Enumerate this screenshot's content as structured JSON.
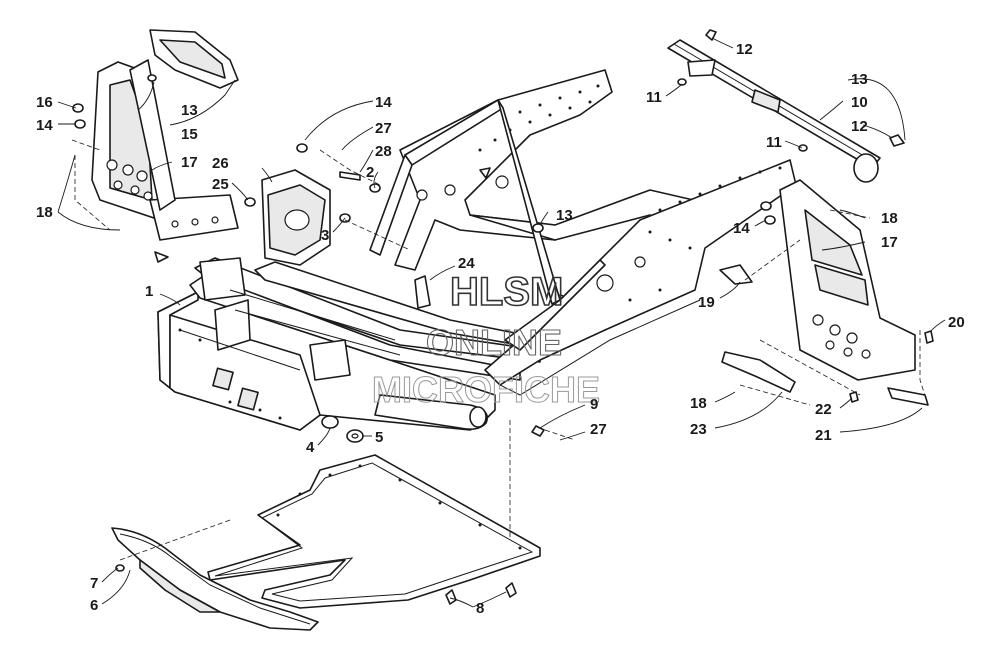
{
  "watermark": {
    "line1": "HLSM",
    "line2": "ONLINE",
    "line3": "MICROFICHE"
  },
  "callouts": [
    {
      "id": "c-1",
      "text": "1"
    },
    {
      "id": "c-2",
      "text": "2"
    },
    {
      "id": "c-3",
      "text": "3"
    },
    {
      "id": "c-4",
      "text": "4"
    },
    {
      "id": "c-5",
      "text": "5"
    },
    {
      "id": "c-6",
      "text": "6"
    },
    {
      "id": "c-7",
      "text": "7"
    },
    {
      "id": "c-8",
      "text": "8"
    },
    {
      "id": "c-9",
      "text": "9"
    },
    {
      "id": "c-10",
      "text": "10"
    },
    {
      "id": "c-11a",
      "text": "11"
    },
    {
      "id": "c-11b",
      "text": "11"
    },
    {
      "id": "c-12a",
      "text": "12"
    },
    {
      "id": "c-12b",
      "text": "12"
    },
    {
      "id": "c-13a",
      "text": "13"
    },
    {
      "id": "c-13b",
      "text": "13"
    },
    {
      "id": "c-13c",
      "text": "13"
    },
    {
      "id": "c-14a",
      "text": "14"
    },
    {
      "id": "c-14b",
      "text": "14"
    },
    {
      "id": "c-14c",
      "text": "14"
    },
    {
      "id": "c-15",
      "text": "15"
    },
    {
      "id": "c-16",
      "text": "16"
    },
    {
      "id": "c-17a",
      "text": "17"
    },
    {
      "id": "c-17b",
      "text": "17"
    },
    {
      "id": "c-18a",
      "text": "18"
    },
    {
      "id": "c-18b",
      "text": "18"
    },
    {
      "id": "c-18c",
      "text": "18"
    },
    {
      "id": "c-19",
      "text": "19"
    },
    {
      "id": "c-20",
      "text": "20"
    },
    {
      "id": "c-21",
      "text": "21"
    },
    {
      "id": "c-22",
      "text": "22"
    },
    {
      "id": "c-23",
      "text": "23"
    },
    {
      "id": "c-24",
      "text": "24"
    },
    {
      "id": "c-25",
      "text": "25"
    },
    {
      "id": "c-26",
      "text": "26"
    },
    {
      "id": "c-27a",
      "text": "27"
    },
    {
      "id": "c-27b",
      "text": "27"
    },
    {
      "id": "c-28",
      "text": "28"
    }
  ]
}
